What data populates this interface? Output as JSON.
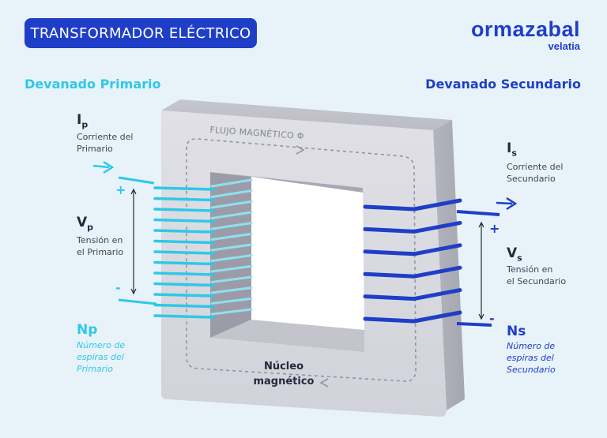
{
  "title": "TRANSFORMADOR ELÉCTRICO",
  "brand": {
    "name": "ormazabal",
    "sub": "velatia"
  },
  "primary": {
    "heading": "Devanado Primario",
    "current_symbol": "I",
    "current_sub": "p",
    "current_desc_1": "Corriente del",
    "current_desc_2": "Primario",
    "voltage_symbol": "V",
    "voltage_sub": "p",
    "voltage_desc_1": "Tensión en",
    "voltage_desc_2": "el Primario",
    "turns_symbol": "Np",
    "turns_desc_1": "Número de",
    "turns_desc_2": "espiras del",
    "turns_desc_3": "Primario",
    "plus": "+",
    "minus": "-"
  },
  "secondary": {
    "heading": "Devanado Secundario",
    "current_symbol": "I",
    "current_sub": "s",
    "current_desc_1": "Corriente del",
    "current_desc_2": "Secundario",
    "voltage_symbol": "V",
    "voltage_sub": "s",
    "voltage_desc_1": "Tensión en",
    "voltage_desc_2": "el Secundario",
    "turns_symbol": "Ns",
    "turns_desc_1": "Número de",
    "turns_desc_2": "espiras del",
    "turns_desc_3": "Secundario",
    "plus": "+",
    "minus": "-"
  },
  "core": {
    "label_1": "Núcleo",
    "label_2": "magnético",
    "flux": "FLUJO MAGNÉTICO Φ"
  },
  "colors": {
    "primary": "#2ec8e8",
    "secondary": "#1f3ec8",
    "core": "#d8d8de",
    "background": "#e8f3f9"
  },
  "counts": {
    "primary_turns": 13,
    "secondary_turns": 6
  }
}
